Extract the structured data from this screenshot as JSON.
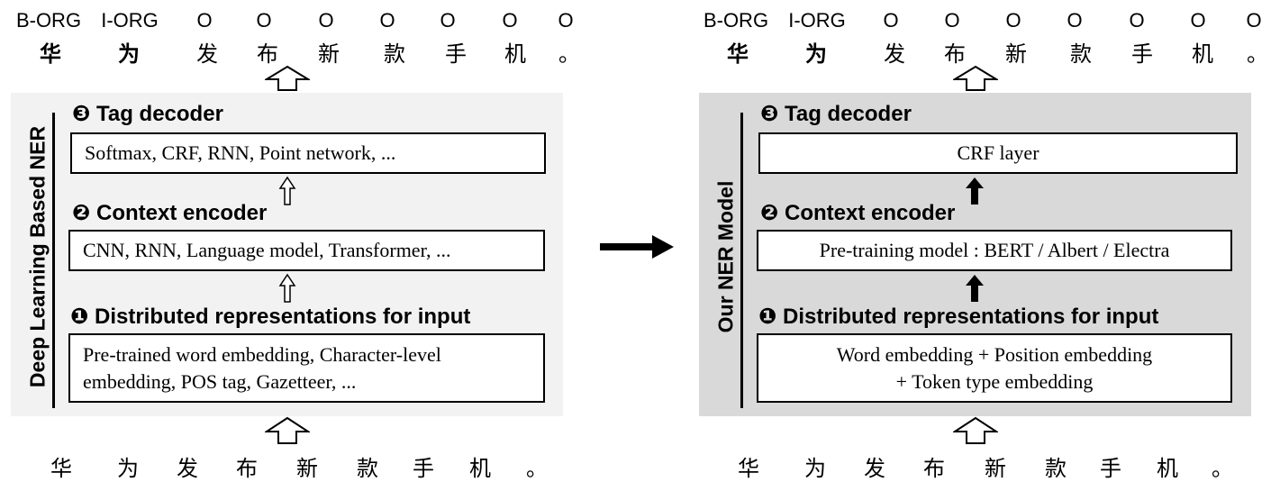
{
  "left": {
    "tags": [
      "B-ORG",
      "I-ORG",
      "O",
      "O",
      "O",
      "O",
      "O",
      "O",
      "O"
    ],
    "output_chars": [
      "华",
      "为",
      "发",
      "布",
      "新",
      "款",
      "手",
      "机",
      "。"
    ],
    "vertical_label": "Deep Learning Based NER",
    "tag_decoder": {
      "heading": "❸ Tag decoder",
      "content": "Softmax, CRF, RNN, Point network, ..."
    },
    "context_encoder": {
      "heading": "❷ Context encoder",
      "content": "CNN, RNN, Language model, Transformer, ..."
    },
    "representations": {
      "heading": "❶ Distributed representations for input",
      "line1": "Pre-trained word embedding, Character-level",
      "line2": "embedding, POS tag, Gazetteer, ..."
    },
    "input_chars": [
      "华",
      "为",
      "发",
      "布",
      "新",
      "款",
      "手",
      "机",
      "。"
    ]
  },
  "right": {
    "tags": [
      "B-ORG",
      "I-ORG",
      "O",
      "O",
      "O",
      "O",
      "O",
      "O",
      "O"
    ],
    "output_chars": [
      "华",
      "为",
      "发",
      "布",
      "新",
      "款",
      "手",
      "机",
      "。"
    ],
    "vertical_label": "Our NER Model",
    "tag_decoder": {
      "heading": "❸ Tag decoder",
      "content": "CRF layer"
    },
    "context_encoder": {
      "heading": "❷ Context encoder",
      "content": "Pre-training model : BERT / Albert / Electra"
    },
    "representations": {
      "heading": "❶ Distributed representations for input",
      "line1": "Word embedding + Position embedding",
      "line2": "+ Token type embedding"
    },
    "input_chars": [
      "华",
      "为",
      "发",
      "布",
      "新",
      "款",
      "手",
      "机",
      "。"
    ]
  }
}
